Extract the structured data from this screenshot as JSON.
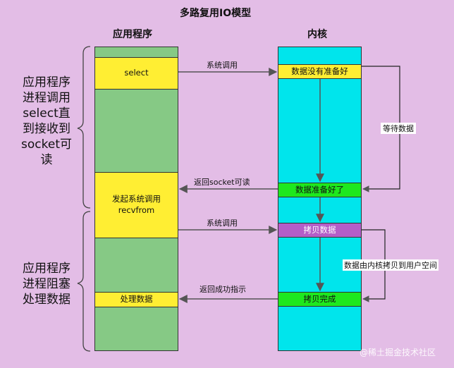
{
  "title": "多路复用IO模型",
  "app_header": "应用程序",
  "kernel_header": "内核",
  "side_top": [
    "应用程序",
    "进程调用",
    "select直",
    "到接收到",
    "socket可",
    "读"
  ],
  "side_bottom": [
    "应用程序",
    "进程阻塞",
    "处理数据"
  ],
  "app": {
    "select": "select",
    "recvfrom_1": "发起系统调用",
    "recvfrom_2": "recvfrom",
    "process": "处理数据"
  },
  "kernel": {
    "not_ready": "数据没有准备好",
    "ready": "数据准备好了",
    "copy": "拷贝数据",
    "done": "拷贝完成"
  },
  "arrows": {
    "syscall_1": "系统调用",
    "return_readable": "返回socket可读",
    "syscall_2": "系统调用",
    "return_success": "返回成功指示",
    "wait_data": "等待数据",
    "copy_to_user": "数据由内核拷贝到用户空间"
  },
  "watermark": "@稀土掘金技术社区",
  "colors": {
    "background": "#e3bde6",
    "app_column": "#86c985",
    "kernel_column": "#00e5ec",
    "yellow": "#ffee33",
    "green": "#1ee81e",
    "purple": "#b45ec8"
  }
}
